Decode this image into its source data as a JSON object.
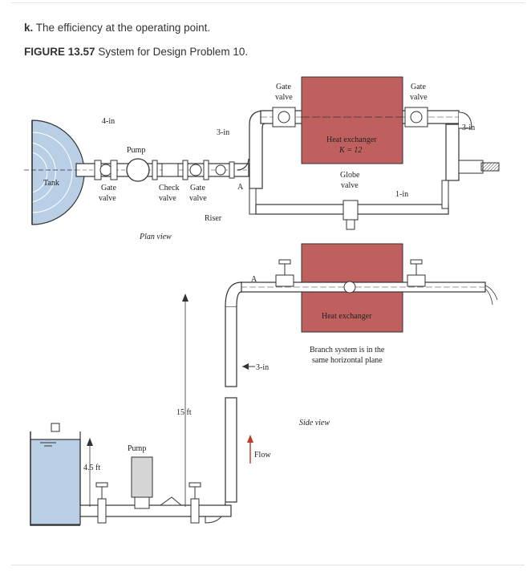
{
  "question": {
    "letter": "k.",
    "text": "The efficiency at the operating point."
  },
  "caption": {
    "figure": "FIGURE 13.57",
    "text": "System for Design Problem 10."
  },
  "labels": {
    "gate_valve_1": "Gate",
    "gate_valve_1b": "valve",
    "gate_valve_2": "Gate",
    "gate_valve_2b": "valve",
    "heat_exchanger_top": "Heat exchanger",
    "k_value": "K = 12",
    "globe_valve": "Globe",
    "globe_valve_b": "valve",
    "pipe_4in": "4-in",
    "pipe_3in_a": "3-in",
    "pipe_3in_b": "3-in",
    "pipe_3in_c": "3-in",
    "pipe_1in": "1-in",
    "pump_plan": "Pump",
    "tank": "Tank",
    "gate_valve_plan": "Gate",
    "gate_valve_plan_b": "valve",
    "check_valve": "Check",
    "check_valve_b": "valve",
    "gate_valve_plan2": "Gate",
    "gate_valve_plan2_b": "valve",
    "point_a_plan": "A",
    "riser": "Riser",
    "plan_view": "Plan view",
    "point_a_side": "A",
    "heat_exchanger_side": "Heat exchanger",
    "branch_note_1": "Branch system is in the",
    "branch_note_2": "same horizontal plane",
    "side_view": "Side view",
    "height_15ft": "15 ft",
    "height_45ft": "4.5 ft",
    "pump_side": "Pump",
    "flow": "Flow"
  },
  "colors": {
    "heat_exchanger": "#c0605e",
    "water": "#b8cfe6",
    "pipe": "#ffffff",
    "outline": "#333333",
    "flow_arrow": "#c0392b"
  }
}
